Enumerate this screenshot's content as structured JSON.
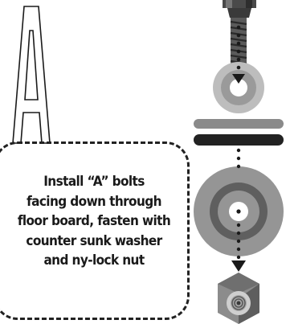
{
  "diagram": {
    "title_letter": "A",
    "instruction_lines": [
      "Install “A” bolts",
      "facing down through",
      "floor board, fasten with",
      "counter sunk washer",
      "and ny-lock nut"
    ]
  },
  "colors": {
    "outline": "#1a1a1a",
    "metal_dark": "#4a4a4a",
    "metal_mid": "#8c8c8c",
    "metal_light": "#bdbdbd",
    "floor_board_dark": "#222222",
    "floor_board_light": "#8a8a8a"
  }
}
